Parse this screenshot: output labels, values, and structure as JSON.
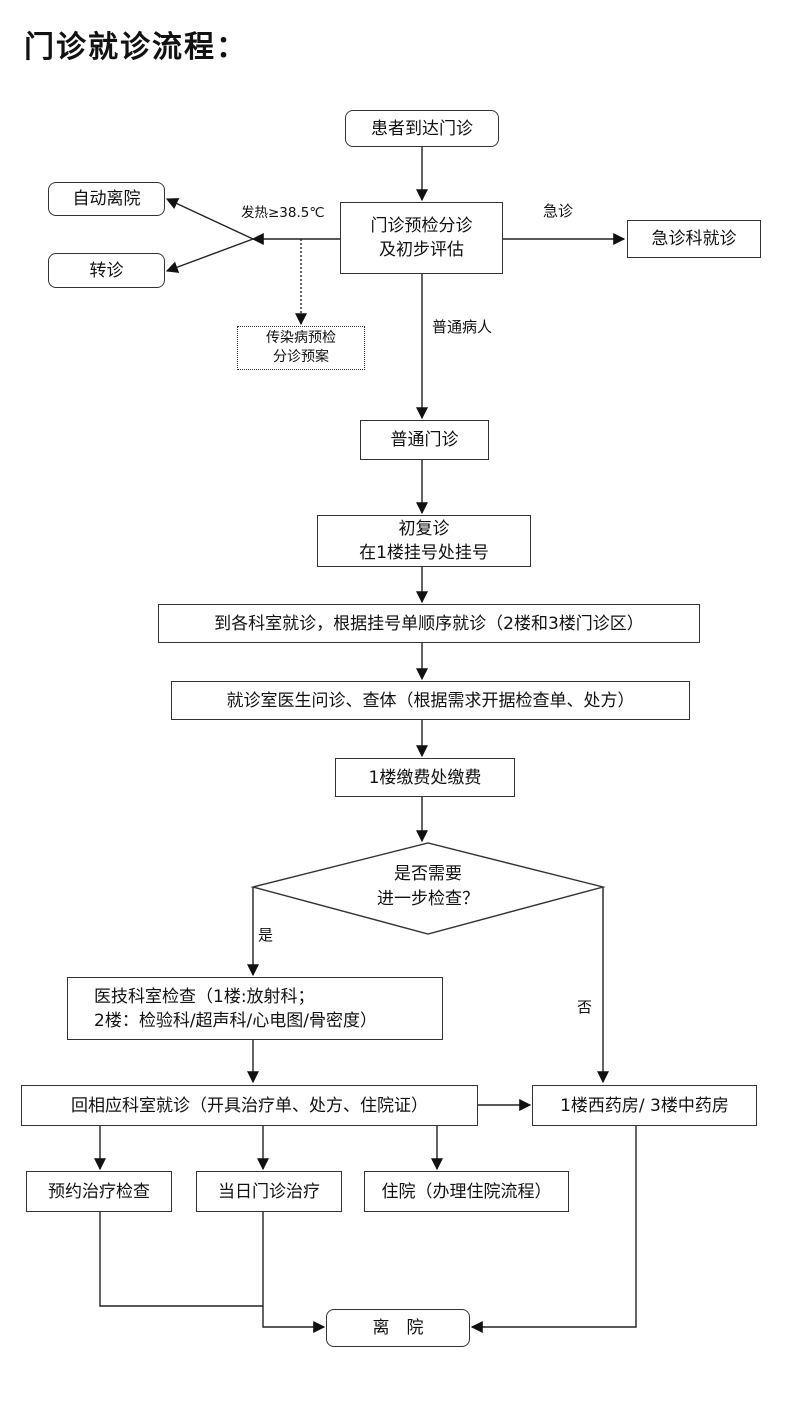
{
  "title": "门诊就诊流程：",
  "nodes": {
    "arrive": "患者到达门诊",
    "triage": [
      "门诊预检分诊",
      "及初步评估"
    ],
    "self_leave": "自动离院",
    "transfer": "转诊",
    "infect": [
      "传染病预检",
      "分诊预案"
    ],
    "emergency": "急诊科就诊",
    "general": "普通门诊",
    "register": [
      "初复诊",
      "在1楼挂号处挂号"
    ],
    "dept_visit": "到各科室就诊，根据挂号单顺序就诊（2楼和3楼门诊区）",
    "consult": "就诊室医生问诊、查体（根据需求开据检查单、处方）",
    "pay": "1楼缴费处缴费",
    "decision": [
      "是否需要",
      "进一步检查？"
    ],
    "exam": [
      "医技科室检查（1楼:放射科；",
      "2楼：检验科/超声科/心电图/骨密度）"
    ],
    "return_dept": "回相应科室就诊（开具治疗单、处方、住院证）",
    "pharmacy": "1楼西药房/ 3楼中药房",
    "appointment": "预约治疗检查",
    "same_day": "当日门诊治疗",
    "inpatient": "住院（办理住院流程）",
    "discharge": "离　院"
  },
  "edge_labels": {
    "fever": "发热≥38.5℃",
    "emergency": "急诊",
    "normal": "普通病人",
    "yes": "是",
    "no": "否"
  }
}
